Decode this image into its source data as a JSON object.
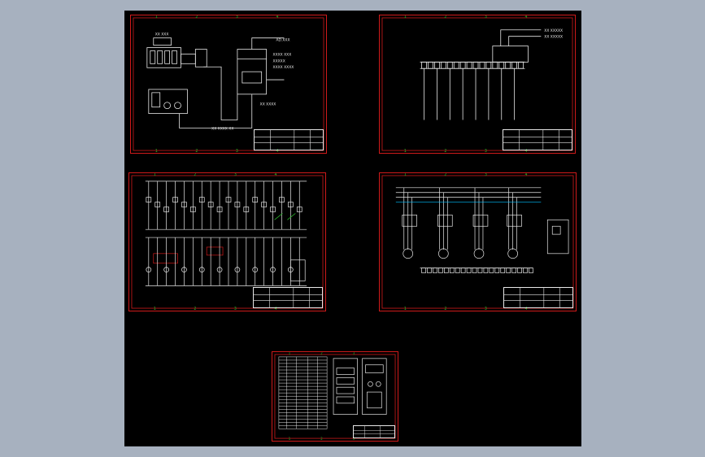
{
  "colors": {
    "frame_bg": "#a7b1bf",
    "canvas_bg": "#000000",
    "border": "#d01a1a",
    "grid_label": "#2ab52a",
    "line": "#e8e8e8",
    "accent": "#00c0ff"
  },
  "sheets": [
    {
      "id": "sheet-1",
      "kind": "layout-diagram"
    },
    {
      "id": "sheet-2",
      "kind": "terminal-diagram"
    },
    {
      "id": "sheet-3",
      "kind": "control-schematic"
    },
    {
      "id": "sheet-4",
      "kind": "power-schematic"
    },
    {
      "id": "sheet-5",
      "kind": "cabinet-layout"
    }
  ]
}
